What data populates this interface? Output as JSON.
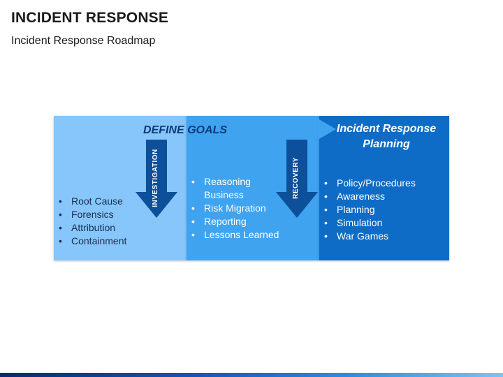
{
  "header": {
    "title": "INCIDENT RESPONSE",
    "subtitle": "Incident Response Roadmap"
  },
  "diagram": {
    "define_goals": "DEFINE GOALS",
    "planning_title": "Incident Response Planning",
    "arrows": {
      "investigation": "INVESTIGATION",
      "recovery": "RECOVERY"
    },
    "left_items": [
      "Root Cause",
      "Forensics",
      "Attribution",
      "Containment"
    ],
    "mid_items": [
      "Reasoning Business",
      "Risk Migration",
      "Reporting",
      "Lessons Learned"
    ],
    "right_items": [
      "Policy/Procedures",
      "Awareness",
      "Planning",
      "Simulation",
      "War Games"
    ]
  },
  "colors": {
    "panel_light": "#86c6fb",
    "panel_mid": "#3fa3f0",
    "panel_dark": "#0e6cc6",
    "arrow": "#0c4f9a",
    "heading_text": "#0b3a75"
  }
}
